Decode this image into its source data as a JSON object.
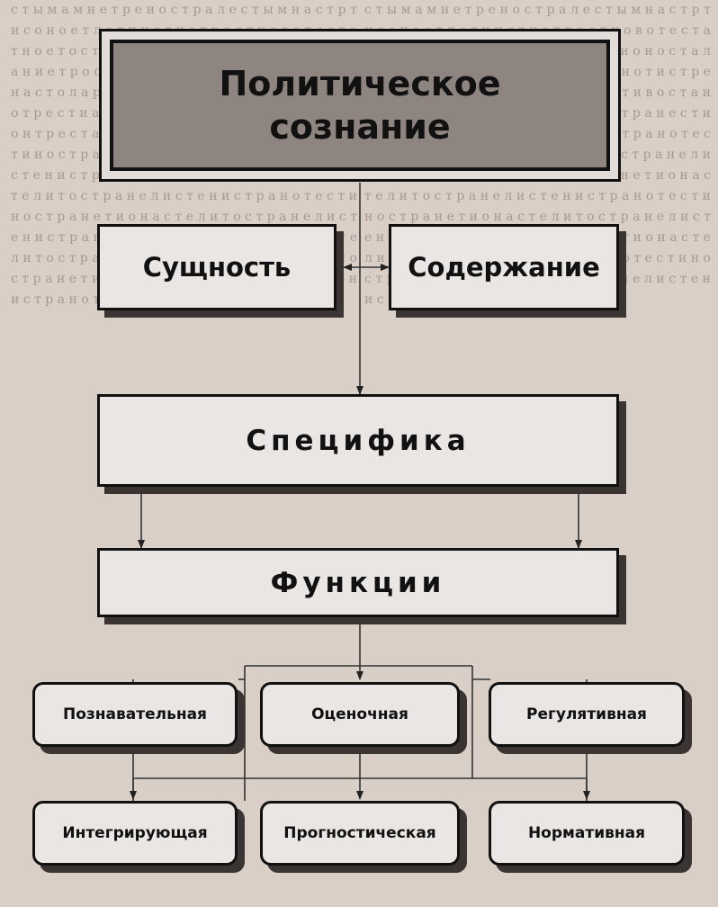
{
  "diagram": {
    "title": "Политическое сознание",
    "essence": "Сущность",
    "content": "Содержание",
    "specifics": "Специфика",
    "functions": "Функции",
    "function_types": {
      "cognitive": "Познавательная",
      "evaluative": "Оценочная",
      "regulative": "Регулятивная",
      "integrative": "Интегрирующая",
      "prognostic": "Прогностическая",
      "normative": "Нормативная"
    }
  },
  "colors": {
    "title_fill": "#8e8480",
    "box_fill": "#e9e6e4",
    "shadow": "#3a3432",
    "paper": "#d9cfc6"
  }
}
